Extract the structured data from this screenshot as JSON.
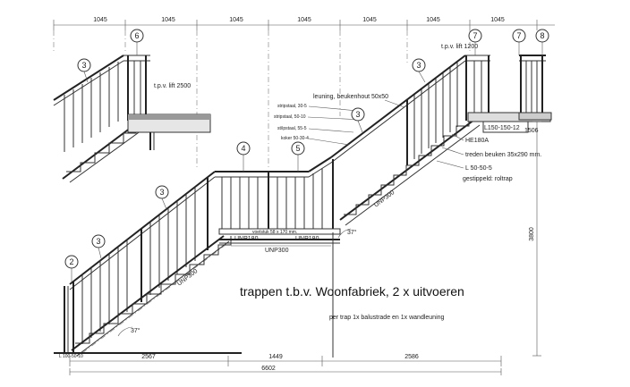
{
  "top_dimensions": [
    "1045",
    "1045",
    "1045",
    "1045",
    "1045",
    "1045",
    "1045"
  ],
  "bottom_dimensions": [
    "2567",
    "1449",
    "2586"
  ],
  "total_dimension": "6602",
  "height_dimension": "3800",
  "angles": [
    "37°",
    "37°"
  ],
  "labels": {
    "lift_2500": "t.p.v. lift 2500",
    "lift_1200": "t.p.v. lift 1200",
    "leuning": "leuning, beukenhout 50x50",
    "stripstaal_30": "stripstaal, 30-5",
    "stripstaal_50": "stripstaal, 50-10",
    "strips_55": "st/ipstaal, 55-5",
    "koker": "koker 50-30-4",
    "rvs": "voetstuk 58 x 170 mm.",
    "he180a": "HE180A",
    "treden": "treden beuken 35x290 mm.",
    "l50": "L 50-50-5",
    "gestippeld": "gestippeld: roltrap",
    "l150": "L150-150-12",
    "l150_sub": "1506",
    "unp180_left": "UNP180",
    "unp180_right": "UNP180",
    "unp300_mid": "UNP300",
    "unp300_left": "UNP300",
    "unp300_right": "UNP300",
    "floor_ref": "L 100-50-10"
  },
  "bubbles": {
    "b6": "6",
    "b3_topleft": "3",
    "b7a": "7",
    "b7b": "7",
    "b8": "8",
    "b3_right": "3",
    "b4": "4",
    "b5": "5",
    "b3_mid": "3",
    "b3_right2": "3",
    "b3_left": "3",
    "b2": "2"
  },
  "title": "trappen t.b.v. Woonfabriek, 2 x uitvoeren",
  "subtitle": "per trap 1x balustrade en 1x wandleuning"
}
